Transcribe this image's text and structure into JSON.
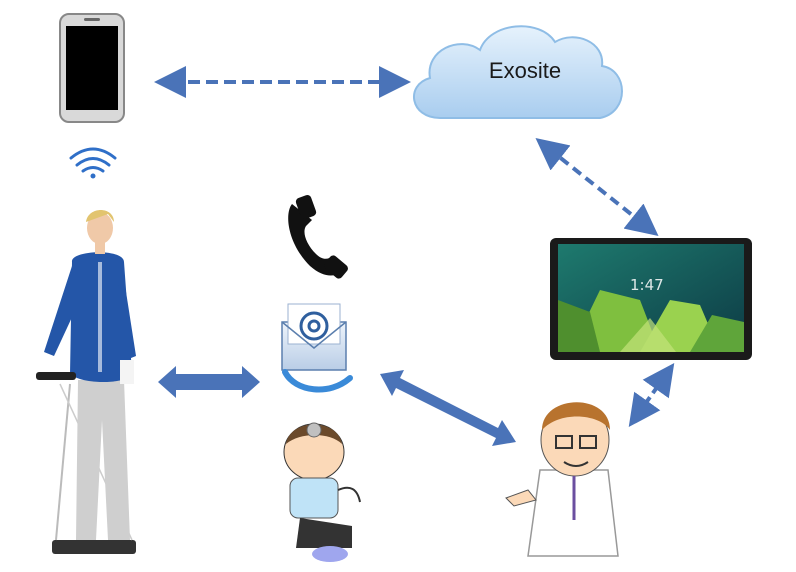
{
  "diagram": {
    "cloud_label": "Exosite",
    "tablet_clock": "1:47",
    "colors": {
      "arrow_blue": "#4a73b8",
      "cloud_blue": "#c6e0f7",
      "leaf_green": "#7fbf3f"
    },
    "icons": [
      "smartphone-icon",
      "wifi-icon",
      "phone-handset-icon",
      "email-at-icon",
      "tablet-icon",
      "doctor-icon",
      "patient-icon",
      "person-on-scale"
    ]
  }
}
